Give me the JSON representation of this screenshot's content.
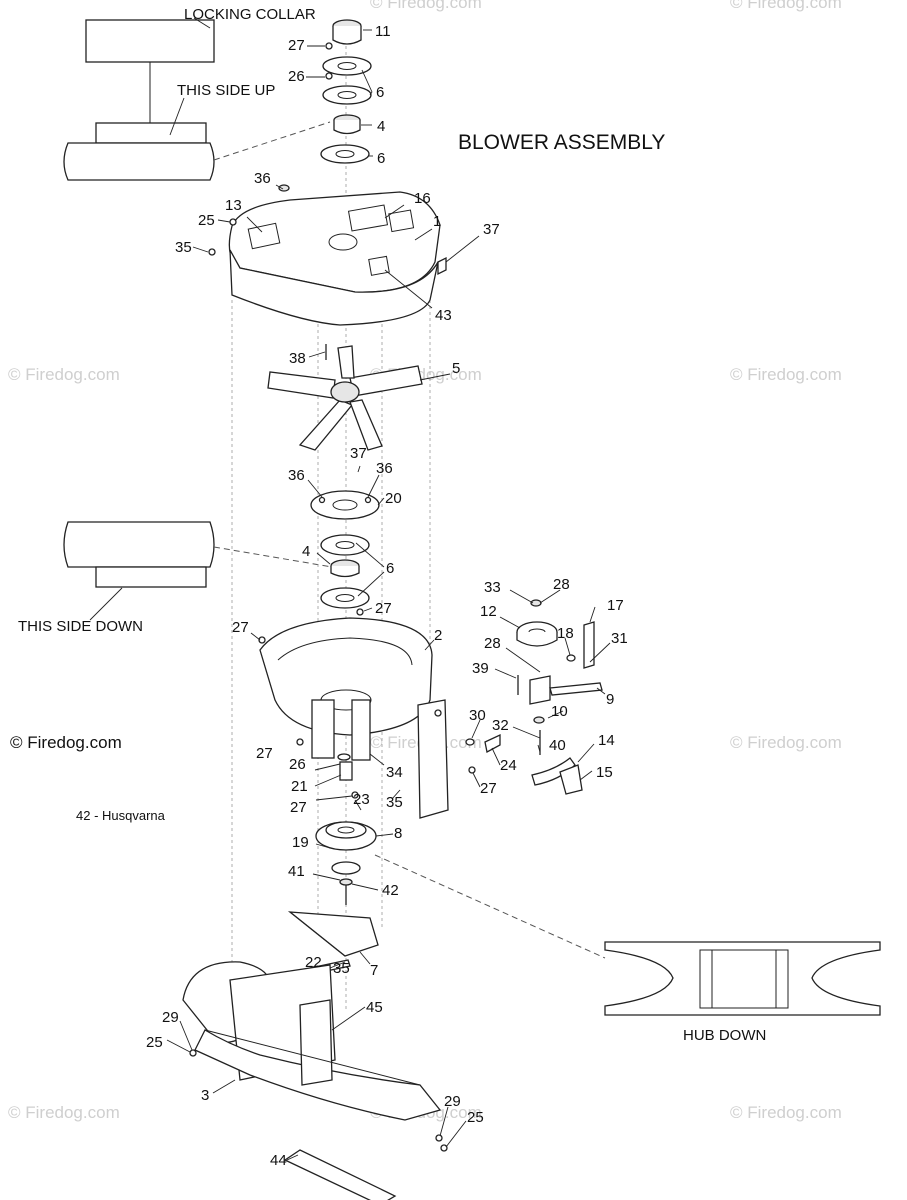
{
  "title": "BLOWER ASSEMBLY",
  "notes": {
    "locking_collar": "LOCKING COLLAR",
    "this_side_up": "THIS SIDE UP",
    "this_side_down": "THIS SIDE DOWN",
    "hub_down": "HUB DOWN",
    "part_42": "42 - Husqvarna"
  },
  "watermarks": {
    "small": "© Firedog.com",
    "dark": "© Firedog.com"
  },
  "callouts": [
    "1",
    "2",
    "3",
    "4",
    "5",
    "6",
    "7",
    "8",
    "9",
    "10",
    "11",
    "12",
    "13",
    "14",
    "15",
    "16",
    "17",
    "18",
    "19",
    "20",
    "21",
    "22",
    "23",
    "24",
    "25",
    "26",
    "27",
    "28",
    "29",
    "30",
    "31",
    "32",
    "33",
    "34",
    "35",
    "36",
    "37",
    "38",
    "39",
    "40",
    "41",
    "42",
    "43",
    "44",
    "45"
  ]
}
